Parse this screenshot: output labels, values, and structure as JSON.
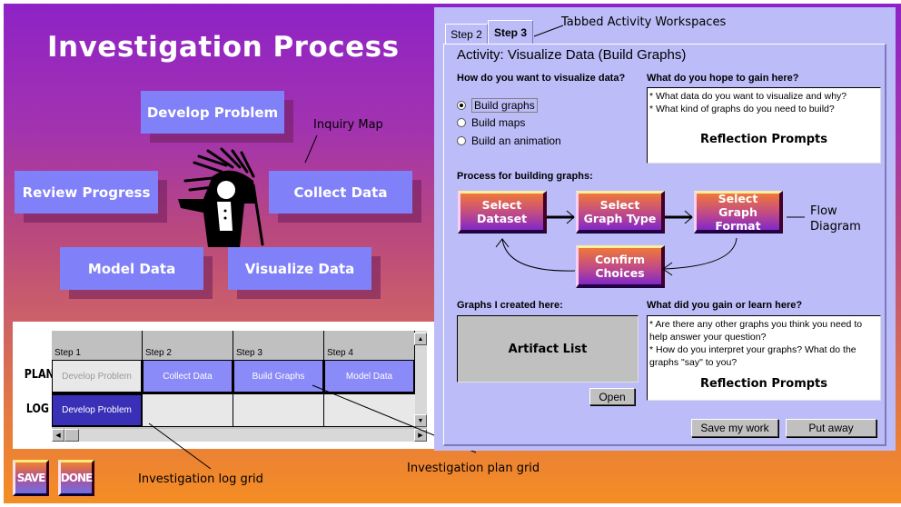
{
  "title": "Investigation Process",
  "inquiry_map": {
    "nodes": {
      "develop_problem": "Develop Problem",
      "review_progress": "Review Progress",
      "collect_data": "Collect Data",
      "model_data": "Model Data",
      "visualize_data": "Visualize Data"
    },
    "figure": "conductor-illustration"
  },
  "annotations": {
    "inquiry_map": "Inquiry Map",
    "tabbed_workspaces": "Tabbed Activity Workspaces",
    "flow_diagram": "Flow Diagram",
    "log_grid": "Investigation log grid",
    "plan_grid": "Investigation plan grid"
  },
  "grid": {
    "columns": [
      "Step 1",
      "Step 2",
      "Step 3",
      "Step 4"
    ],
    "rows": {
      "plan_label": "PLAN",
      "log_label": "LOG"
    },
    "plan": [
      "Develop Problem",
      "Collect Data",
      "Build Graphs",
      "Model Data"
    ],
    "log": [
      "Develop Problem",
      "",
      "",
      ""
    ]
  },
  "bottom_buttons": {
    "save": "SAVE",
    "done": "DONE"
  },
  "workspace": {
    "tabs": [
      {
        "label": "Step 2",
        "active": false
      },
      {
        "label": "Step 3",
        "active": true
      }
    ],
    "activity_title": "Activity: Visualize Data (Build Graphs)",
    "visualize_question": "How do you want to visualize data?",
    "options": [
      {
        "label": "Build graphs",
        "selected": true
      },
      {
        "label": "Build maps",
        "selected": false
      },
      {
        "label": "Build an animation",
        "selected": false
      }
    ],
    "hope_question": "What do you hope to gain here?",
    "hope_prompts": [
      "*  What data do you want to visualize and why?",
      "*  What kind of graphs do you need to build?"
    ],
    "reflection_label": "Reflection Prompts",
    "process_label": "Process for building graphs:",
    "flow_steps": {
      "select_dataset": [
        "Select",
        "Dataset"
      ],
      "select_graph_type": [
        "Select",
        "Graph Type"
      ],
      "select_graph_format": [
        "Select",
        "Graph Format"
      ],
      "confirm_choices": [
        "Confirm",
        "Choices"
      ]
    },
    "graphs_label": "Graphs I created here:",
    "artifact_list_label": "Artifact List",
    "open_button": "Open",
    "learn_question": "What did you gain or learn here?",
    "learn_prompts": [
      "*  Are there any other graphs you think you need to help answer your question?",
      "*  How do you interpret your graphs?  What do the graphs \"say\" to you?"
    ],
    "save_button": "Save my work",
    "put_away_button": "Put away"
  },
  "colors": {
    "node": "#8080f8",
    "workspace_bg": "#bcbcf8",
    "log_active": "#3a30b8",
    "plan_cell": "#8a8af8",
    "plan_done": "#e8e8e8"
  }
}
